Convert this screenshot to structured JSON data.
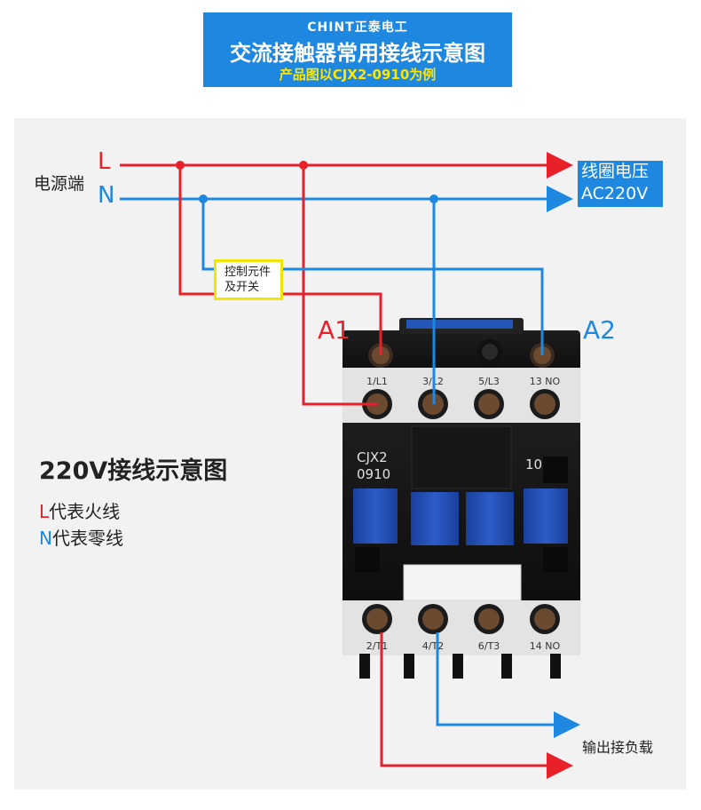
{
  "header": {
    "brand": "CHINT正泰电工",
    "title": "交流接触器常用接线示意图",
    "subtitle": "产品图以CJX2-0910为例"
  },
  "diagram": {
    "line_L": "L",
    "line_N": "N",
    "power_source": "电源端",
    "coil_voltage_line1": "线圈电压",
    "coil_voltage_line2": "AC220V",
    "control_switch_line1": "控制元件",
    "control_switch_line2": "及开关",
    "terminal_A1": "A1",
    "terminal_A2": "A2",
    "wiring_title": "220V接线示意图",
    "legend": {
      "l_letter": "L",
      "l_text": "代表火线",
      "n_letter": "N",
      "n_text": "代表零线"
    },
    "output_load": "输出接负载",
    "contactor": {
      "model_line1": "CJX2",
      "model_line2": "0910",
      "code": "10",
      "top_terminals": [
        "1/L1",
        "3/L2",
        "5/L3",
        "13 NO"
      ],
      "bottom_terminals": [
        "2/T1",
        "4/T2",
        "6/T3",
        "14 NO"
      ]
    }
  },
  "colors": {
    "live_wire": "#e8202a",
    "neutral_wire": "#1e88e0",
    "banner_bg": "#1e88e0",
    "subtitle_text": "#ffe600",
    "switch_border": "#f0e600"
  }
}
